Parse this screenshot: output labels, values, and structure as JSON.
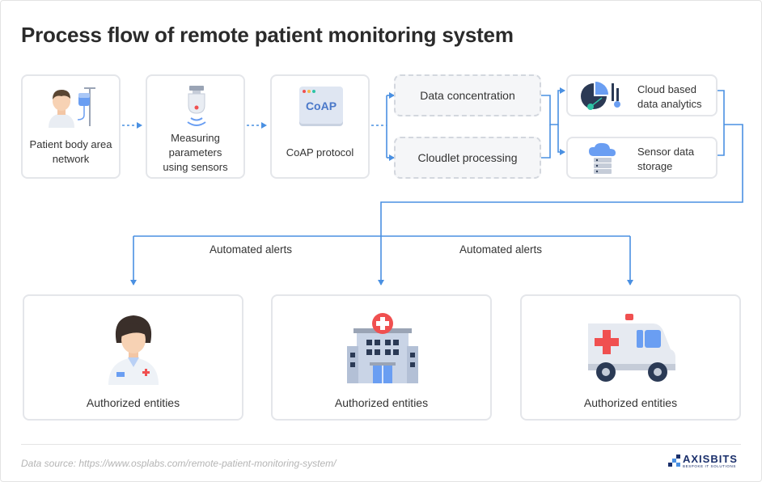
{
  "title": "Process flow of remote patient monitoring system",
  "steps": [
    {
      "label": "Patient body area network",
      "icon": "patient-iv-icon"
    },
    {
      "label": "Measuring parameters using sensors",
      "icon": "sensor-icon"
    },
    {
      "label": "CoAP protocol",
      "icon": "coap-window-icon",
      "icon_text": "CoAP"
    },
    {
      "label": "Data concentration"
    },
    {
      "label": "Cloudlet processing"
    },
    {
      "label": "Cloud based data analytics",
      "icon": "analytics-chart-icon"
    },
    {
      "label": "Sensor data storage",
      "icon": "cloud-storage-icon"
    }
  ],
  "alerts": [
    "Automated alerts",
    "Automated alerts"
  ],
  "entities": [
    {
      "label": "Authorized entities",
      "icon": "doctor-icon"
    },
    {
      "label": "Authorized entities",
      "icon": "hospital-icon"
    },
    {
      "label": "Authorized entities",
      "icon": "ambulance-icon"
    }
  ],
  "footer": {
    "source": "Data source: https://www.osplabs.com/remote-patient-monitoring-system/",
    "logo_name": "AXISBITS",
    "logo_tagline": "BESPOKE IT SOLUTIONS"
  },
  "colors": {
    "arrow": "#4a90e2",
    "accent_blue": "#6a9ef2",
    "red": "#f05050",
    "teal": "#2ec4a6",
    "navy": "#2b3a55"
  }
}
